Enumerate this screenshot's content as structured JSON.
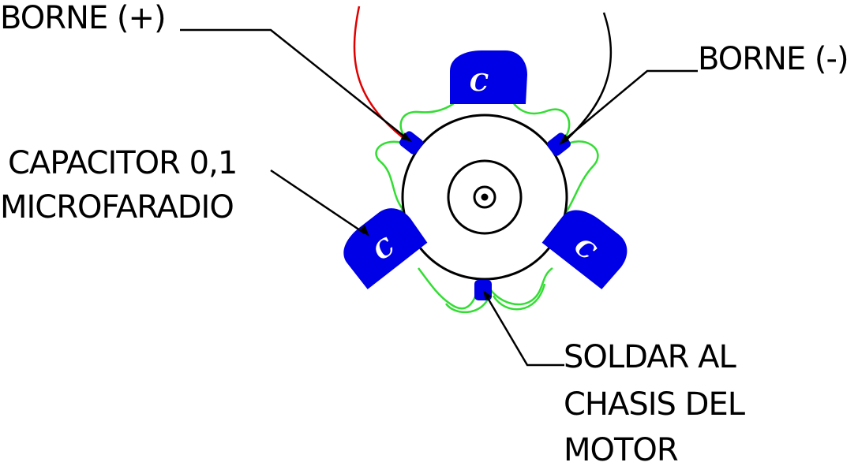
{
  "labels": {
    "borne_pos": "BORNE (+)",
    "borne_neg": "BORNE (-)",
    "capacitor_line1": "CAPACITOR 0,1",
    "capacitor_line2": "MICROFARADIO",
    "soldar_line1": "SOLDAR AL",
    "soldar_line2": "CHASIS DEL",
    "soldar_line3": "MOTOR"
  },
  "capacitor_symbol": "C",
  "colors": {
    "capacitor_fill": "#0000e6",
    "wire_positive": "#e00000",
    "wire_negative": "#000000",
    "capacitor_leads": "#33dd33",
    "leader_lines": "#000000",
    "motor_outline": "#000000"
  }
}
